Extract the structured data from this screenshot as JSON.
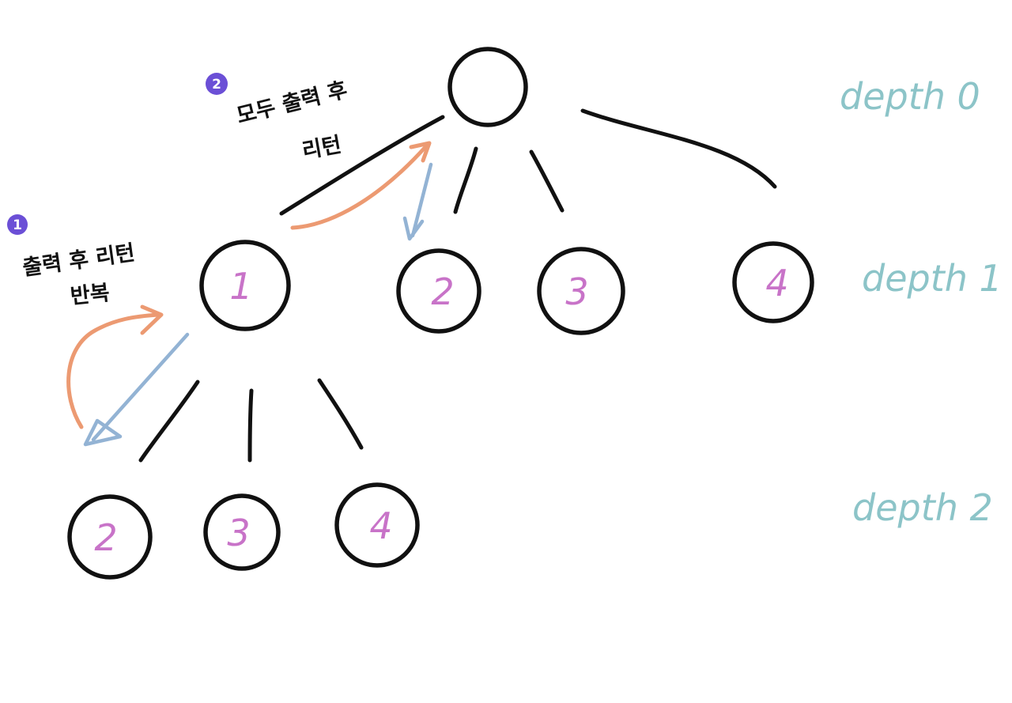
{
  "tree": {
    "root": {
      "label": ""
    },
    "depth1": [
      {
        "label": "1"
      },
      {
        "label": "2"
      },
      {
        "label": "3"
      },
      {
        "label": "4"
      }
    ],
    "depth2": [
      {
        "label": "2"
      },
      {
        "label": "3"
      },
      {
        "label": "4"
      }
    ]
  },
  "depth_labels": [
    "depth 0",
    "depth 1",
    "depth 2"
  ],
  "annotations": {
    "step1": {
      "badge": "1",
      "line1": "출력 후 리턴",
      "line2": "반복"
    },
    "step2": {
      "badge": "2",
      "line1": "모두 출력 후",
      "line2": "리턴"
    }
  },
  "colors": {
    "node_stroke": "#111111",
    "node_text": "#c873c8",
    "depth_text": "#8cc4c8",
    "return_arrow": "#ec9a72",
    "visit_arrow": "#93b3d4",
    "badge": "#6b4fd6"
  }
}
